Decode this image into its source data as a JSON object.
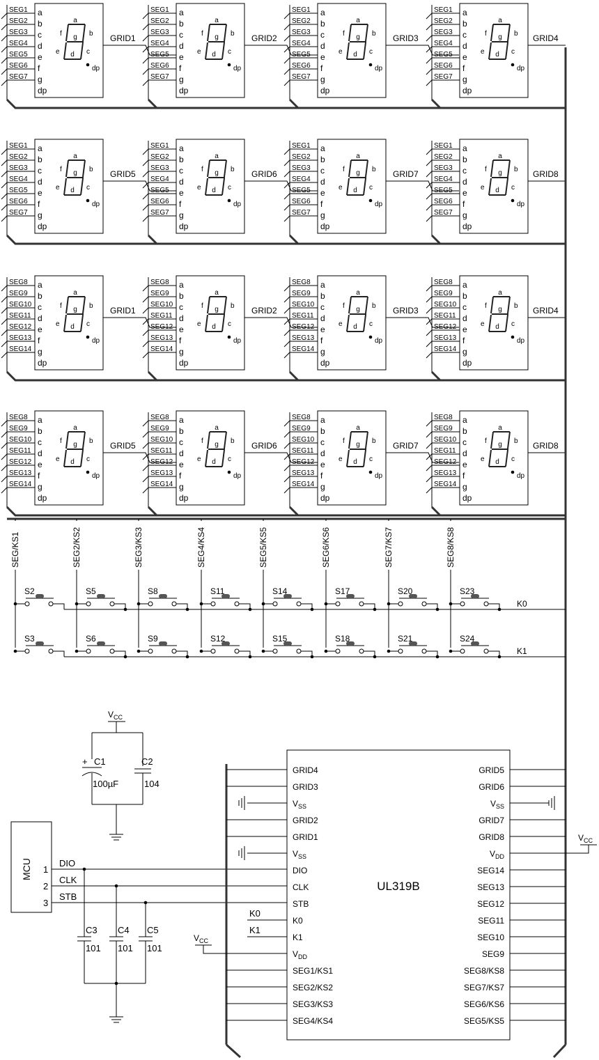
{
  "displays": {
    "rows": [
      {
        "segments": [
          "SEG1",
          "SEG2",
          "SEG3",
          "SEG4",
          "SEG5",
          "SEG6",
          "SEG7"
        ],
        "grids": [
          "GRID1",
          "GRID2",
          "GRID3",
          "GRID4"
        ]
      },
      {
        "segments": [
          "SEG1",
          "SEG2",
          "SEG3",
          "SEG4",
          "SEG5",
          "SEG6",
          "SEG7"
        ],
        "grids": [
          "GRID5",
          "GRID6",
          "GRID7",
          "GRID8"
        ]
      },
      {
        "segments": [
          "SEG8",
          "SEG9",
          "SEG10",
          "SEG11",
          "SEG12",
          "SEG13",
          "SEG14"
        ],
        "grids": [
          "GRID1",
          "GRID2",
          "GRID3",
          "GRID4"
        ]
      },
      {
        "segments": [
          "SEG8",
          "SEG9",
          "SEG10",
          "SEG11",
          "SEG12",
          "SEG13",
          "SEG14"
        ],
        "grids": [
          "GRID5",
          "GRID6",
          "GRID7",
          "GRID8"
        ]
      }
    ],
    "pin_letters": [
      "a",
      "b",
      "c",
      "d",
      "e",
      "f",
      "g",
      "dp"
    ],
    "segment_letters": [
      "a",
      "b",
      "c",
      "d",
      "e",
      "f",
      "g",
      "dp"
    ]
  },
  "keyboard": {
    "columns": [
      "SEG/KS1",
      "SEG2/KS2",
      "SEG3/KS3",
      "SEG4/KS4",
      "SEG5/KS5",
      "SEG6/KS6",
      "SEG7/KS7",
      "SEG8/KS8"
    ],
    "switches_k0": [
      "S2",
      "S5",
      "S8",
      "S11",
      "S14",
      "S17",
      "S20",
      "S23"
    ],
    "switches_k1": [
      "S3",
      "S6",
      "S9",
      "S12",
      "S15",
      "S18",
      "S21",
      "S24"
    ],
    "row_labels": [
      "K0",
      "K1"
    ]
  },
  "power": {
    "vcc_base": "V",
    "vcc_sub": "CC",
    "c1_label": "C1",
    "c1_value": "100µF",
    "c1_polarity": "+",
    "c2_label": "C2",
    "c2_value": "104"
  },
  "mcu": {
    "label": "MCU",
    "pins": [
      {
        "num": "1",
        "name": "DIO"
      },
      {
        "num": "2",
        "name": "CLK"
      },
      {
        "num": "3",
        "name": "STB"
      }
    ],
    "caps": [
      {
        "label": "C3",
        "value": "101"
      },
      {
        "label": "C4",
        "value": "101"
      },
      {
        "label": "C5",
        "value": "101"
      }
    ]
  },
  "chip": {
    "name": "UL319B",
    "left_pins": [
      {
        "base": "GRID4",
        "sub": ""
      },
      {
        "base": "GRID3",
        "sub": ""
      },
      {
        "base": "V",
        "sub": "SS"
      },
      {
        "base": "GRID2",
        "sub": ""
      },
      {
        "base": "GRID1",
        "sub": ""
      },
      {
        "base": "V",
        "sub": "SS"
      },
      {
        "base": "DIO",
        "sub": ""
      },
      {
        "base": "CLK",
        "sub": ""
      },
      {
        "base": "STB",
        "sub": ""
      },
      {
        "base": "K0",
        "sub": ""
      },
      {
        "base": "K1",
        "sub": ""
      },
      {
        "base": "V",
        "sub": "DD"
      },
      {
        "base": "SEG1/KS1",
        "sub": ""
      },
      {
        "base": "SEG2/KS2",
        "sub": ""
      },
      {
        "base": "SEG3/KS3",
        "sub": ""
      },
      {
        "base": "SEG4/KS4",
        "sub": ""
      }
    ],
    "right_pins": [
      {
        "base": "GRID5",
        "sub": ""
      },
      {
        "base": "GRID6",
        "sub": ""
      },
      {
        "base": "V",
        "sub": "SS"
      },
      {
        "base": "GRID7",
        "sub": ""
      },
      {
        "base": "GRID8",
        "sub": ""
      },
      {
        "base": "V",
        "sub": "DD"
      },
      {
        "base": "SEG14",
        "sub": ""
      },
      {
        "base": "SEG13",
        "sub": ""
      },
      {
        "base": "SEG12",
        "sub": ""
      },
      {
        "base": "SEG11",
        "sub": ""
      },
      {
        "base": "SEG10",
        "sub": ""
      },
      {
        "base": "SEG9",
        "sub": ""
      },
      {
        "base": "SEG8/KS8",
        "sub": ""
      },
      {
        "base": "SEG7/KS7",
        "sub": ""
      },
      {
        "base": "SEG6/KS6",
        "sub": ""
      },
      {
        "base": "SEG5/KS5",
        "sub": ""
      }
    ],
    "ext_labels": {
      "k0": "K0",
      "k1": "K1"
    }
  }
}
